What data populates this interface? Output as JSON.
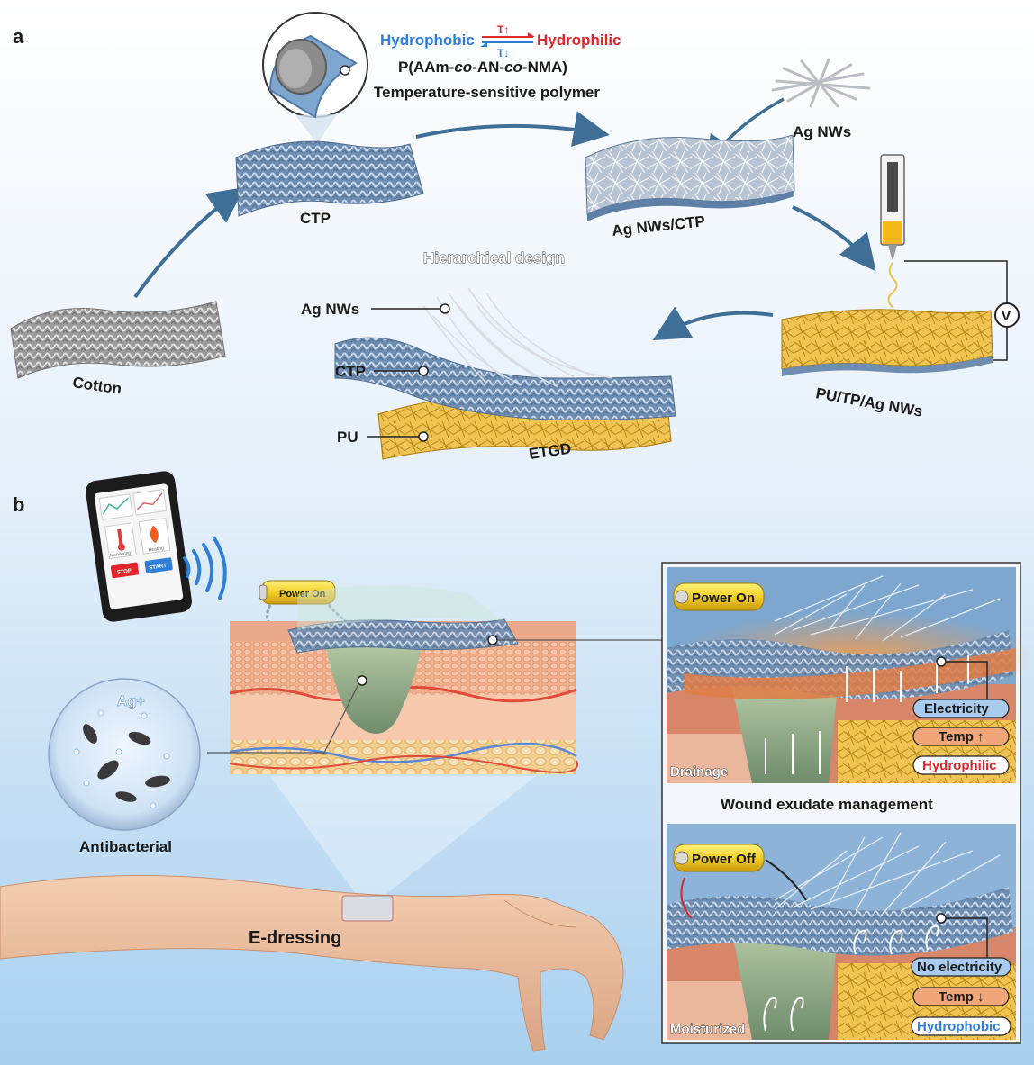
{
  "panel_a": {
    "letter": "a",
    "hydrophobic": "Hydrophobic",
    "hydrophilic": "Hydrophilic",
    "t_up": "T↑",
    "t_down": "T↓",
    "polymer_formula": "P(AAm-co-AN-co-NMA)",
    "polymer_formula_parts": [
      "P(AAm-",
      "co",
      "-AN-",
      "co",
      "-NMA)"
    ],
    "polymer_desc": "Temperature-sensitive polymer",
    "cotton": "Cotton",
    "ctp": "CTP",
    "ag_nws": "Ag NWs",
    "ag_nws_ctp": "Ag NWs/CTP",
    "hierarchical": "Hierarchical design",
    "pu_tp_ag": "PU/TP/Ag NWs",
    "voltage": "V",
    "etgd_layers": [
      "Ag NWs",
      "CTP",
      "PU"
    ],
    "etgd": "ETGD"
  },
  "panel_b": {
    "letter": "b",
    "phone_buttons": [
      "STOP",
      "START"
    ],
    "phone_icon_labels": [
      "Monitoring",
      "Heating"
    ],
    "battery_main": "Power On",
    "ag_ion": "Ag+",
    "antibacterial": "Antibacterial",
    "e_dressing": "E-dressing",
    "top_box": {
      "battery": "Power On",
      "tags": [
        "Electricity",
        "Temp ↑",
        "Hydrophilic"
      ],
      "corner": "Drainage"
    },
    "middle_caption": "Wound exudate management",
    "bottom_box": {
      "battery": "Power Off",
      "tags": [
        "No electricity",
        "Temp ↓",
        "Hydrophobic"
      ],
      "corner": "Moisturized"
    }
  },
  "colors": {
    "hydrophobic_blue": "#2f7fd8",
    "hydrophilic_red": "#e0262b",
    "arrow_blue": "#3f6f96",
    "fabric_blue": "#7e9ab8",
    "pu_yellow": "#e6b640",
    "skin": "#f2b48f",
    "battery_yellow": "#f2cf28"
  }
}
